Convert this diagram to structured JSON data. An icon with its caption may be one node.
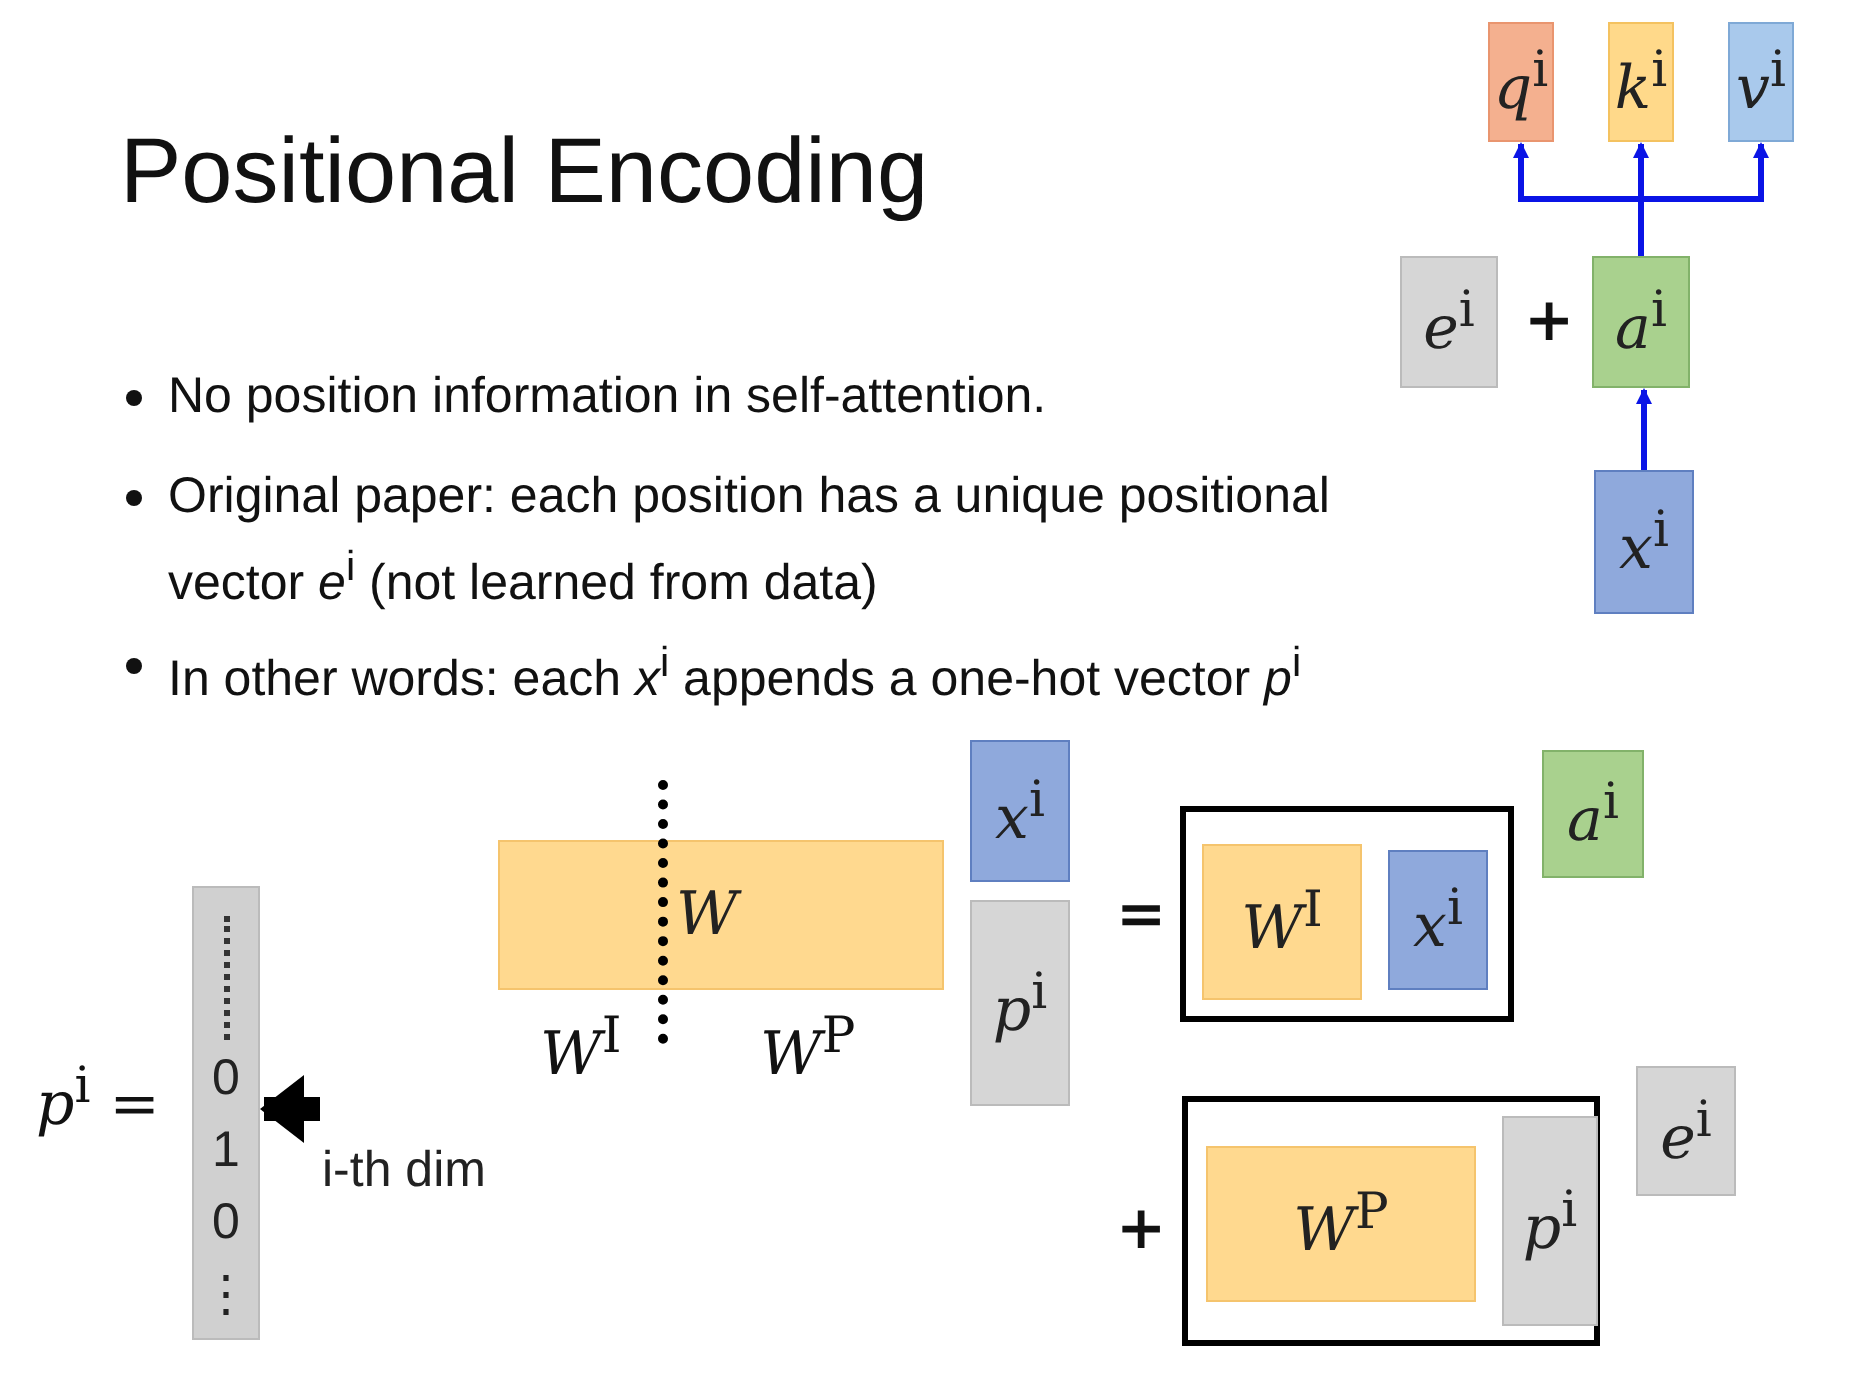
{
  "diagram": {
    "title": "Positional Encoding",
    "nodes": [
      {
        "text": [
          "*q*$^{i}$"
        ]
      },
      {
        "text": [
          "*k*$^{i}$"
        ]
      },
      {
        "text": [
          "*v*$^{i}$"
        ]
      },
      {
        "text": [
          "*e*$^{i}$"
        ]
      },
      {
        "text": [
          "*a*$^{i}$"
        ]
      },
      {
        "text": [
          "*x*$^{i}$"
        ]
      },
      {
        "text": [
          "*W*"
        ]
      },
      {
        "text": [
          "*x*$^{i}$"
        ]
      },
      {
        "text": [
          "*p*$^{i}$"
        ]
      },
      {
        "text": [],
        "shape": "box"
      },
      {
        "text": [
          "*W*$^{I}$"
        ],
        "in": 9
      },
      {
        "text": [
          "*x*$^{i}$"
        ],
        "in": 9
      },
      {
        "text": [
          "*a*$^{i}$"
        ]
      },
      {
        "text": [],
        "shape": "box"
      },
      {
        "text": [
          "*W*$^{P}$"
        ],
        "in": 13
      },
      {
        "text": [
          "*p*$^{i}$"
        ],
        "in": 13
      },
      {
        "text": [
          "*e*$^{i}$"
        ]
      },
      {
        "text": [
          "0",
          "1",
          "0",
          "⋮"
        ]
      },
      {
        "text": [
          "i-th dim"
        ]
      }
    ],
    "edges": [
      {
        "from": 4,
        "to": 0,
        "arrow": "to"
      },
      {
        "from": 4,
        "to": 1,
        "arrow": "to"
      },
      {
        "from": 4,
        "to": 2,
        "arrow": "to"
      },
      {
        "from": 5,
        "to": 4,
        "arrow": "to"
      },
      {
        "from": 18,
        "to": 17,
        "arrow": "to",
        "style": "thick",
        "color": "#000000"
      }
    ],
    "labels": [
      "+",
      "No position information in self-attention.",
      "Original paper: each position has a unique positional vector *e*$^{i}$ (not learned from data)",
      "In other words: each *x*$^{i}$ appends a one-hot vector *p*$^{i}$",
      "*W*$^{I}$",
      "*W*$^{P}$",
      "=",
      "*p*$^{i}$ =",
      "+"
    ]
  }
}
